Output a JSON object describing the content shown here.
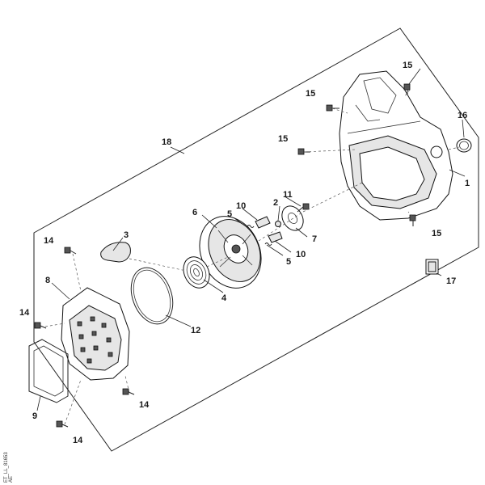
{
  "callouts": {
    "c1": "1",
    "c2": "2",
    "c3": "3",
    "c4": "4",
    "c5a": "5",
    "c5b": "5",
    "c6": "6",
    "c7": "7",
    "c8": "8",
    "c9": "9",
    "c10a": "10",
    "c10b": "10",
    "c11": "11",
    "c12": "12",
    "c14a": "14",
    "c14b": "14",
    "c14c": "14",
    "c14d": "14",
    "c15a": "15",
    "c15b": "15",
    "c15c": "15",
    "c15d": "15",
    "c16": "16",
    "c17": "17",
    "c18": "18"
  },
  "reference": {
    "code": "ET_LL_81653",
    "sub": "AE"
  }
}
